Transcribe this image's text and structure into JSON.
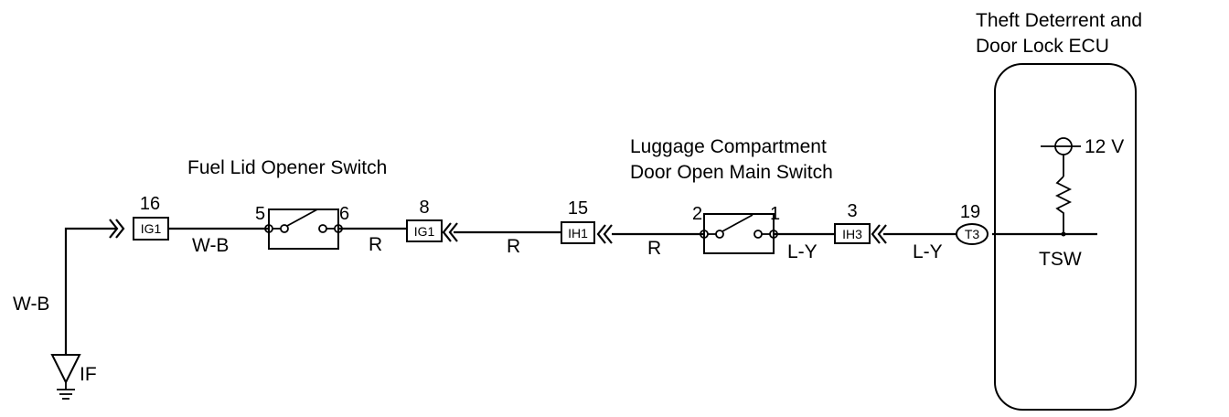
{
  "ecu": {
    "title_line1": "Theft Deterrent and",
    "title_line2": "Door Lock ECU",
    "voltage": "12 V",
    "terminal": "TSW"
  },
  "luggage_switch": {
    "title_line1": "Luggage Compartment",
    "title_line2": "Door Open Main Switch",
    "pin_left": "2",
    "pin_right": "1"
  },
  "fuel_switch": {
    "title": "Fuel Lid Opener Switch",
    "pin_left": "5",
    "pin_right": "6"
  },
  "connectors": [
    {
      "pin": "19",
      "code": "T3"
    },
    {
      "pin": "3",
      "code": "IH3"
    },
    {
      "pin": "15",
      "code": "IH1"
    },
    {
      "pin": "8",
      "code": "IG1"
    },
    {
      "pin": "16",
      "code": "IG1"
    }
  ],
  "wires": {
    "ecu_to_ih3": "L-Y",
    "ih3_to_switch": "L-Y",
    "switch_to_ih1": "R",
    "ih1_to_ig1": "R",
    "ig1_to_fuel": "R",
    "fuel_to_ig1": "W-B",
    "vertical": "W-B"
  },
  "ground": {
    "label": "IF"
  }
}
